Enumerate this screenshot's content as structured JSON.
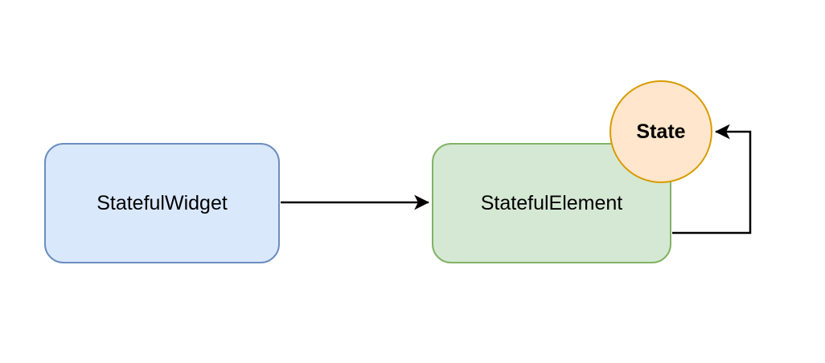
{
  "diagram": {
    "title": "StatefulWidget / StatefulElement / State relationship diagram",
    "background_color": "#ffffff",
    "arrow_color": "#000000",
    "nodes": {
      "stateful_widget": {
        "label": "StatefulWidget",
        "shape": "rounded-rectangle",
        "fill": "#dae8fc",
        "stroke": "#6c8ebf"
      },
      "stateful_element": {
        "label": "StatefulElement",
        "shape": "rounded-rectangle",
        "fill": "#d5e8d4",
        "stroke": "#82b366"
      },
      "state": {
        "label": "State",
        "shape": "circle",
        "fill": "#ffe6cc",
        "stroke": "#d79b00"
      }
    },
    "edges": [
      {
        "from": "stateful_widget",
        "to": "stateful_element",
        "style": "straight-arrow"
      },
      {
        "from": "stateful_element",
        "to": "state",
        "style": "orthogonal-loop-arrow"
      }
    ]
  }
}
